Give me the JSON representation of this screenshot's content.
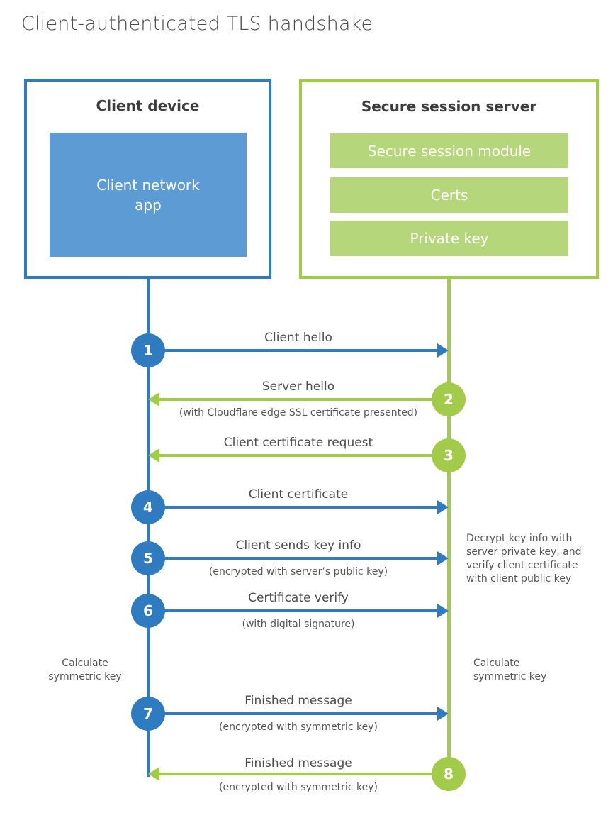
{
  "title": "Client-authenticated TLS handshake",
  "colors": {
    "blue_stroke": "#2e7cbf",
    "blue_fill": "#5c9bd3",
    "green_stroke": "#a3cb4a",
    "green_fill": "#b5d67a",
    "heading_text": "#3d3d3d",
    "label_text": "#4d4d4d"
  },
  "client_box": {
    "title": "Client device",
    "app_line1": "Client network",
    "app_line2": "app"
  },
  "server_box": {
    "title": "Secure session server",
    "modules": [
      "Secure session module",
      "Certs",
      "Private key"
    ]
  },
  "steps": [
    {
      "num": "1",
      "label": "Client hello",
      "sub": "",
      "direction": "client-to-server"
    },
    {
      "num": "2",
      "label": "Server hello",
      "sub": "(with Cloudflare edge SSL certificate presented)",
      "direction": "server-to-client"
    },
    {
      "num": "3",
      "label": "Client certificate request",
      "sub": "",
      "direction": "server-to-client"
    },
    {
      "num": "4",
      "label": "Client certificate",
      "sub": "",
      "direction": "client-to-server"
    },
    {
      "num": "5",
      "label": "Client sends key info",
      "sub": "(encrypted with server’s public key)",
      "direction": "client-to-server"
    },
    {
      "num": "6",
      "label": "Certificate verify",
      "sub": "(with digital signature)",
      "direction": "client-to-server"
    },
    {
      "num": "7",
      "label": "Finished message",
      "sub": "(encrypted with symmetric key)",
      "direction": "client-to-server"
    },
    {
      "num": "8",
      "label": "Finished message",
      "sub": "(encrypted with symmetric key)",
      "direction": "server-to-client"
    }
  ],
  "annotations": {
    "decrypt_note": "Decrypt key info with server private key, and verify client certificate with client public key",
    "calc_left": "Calculate symmetric key",
    "calc_right": "Calculate symmetric key"
  }
}
